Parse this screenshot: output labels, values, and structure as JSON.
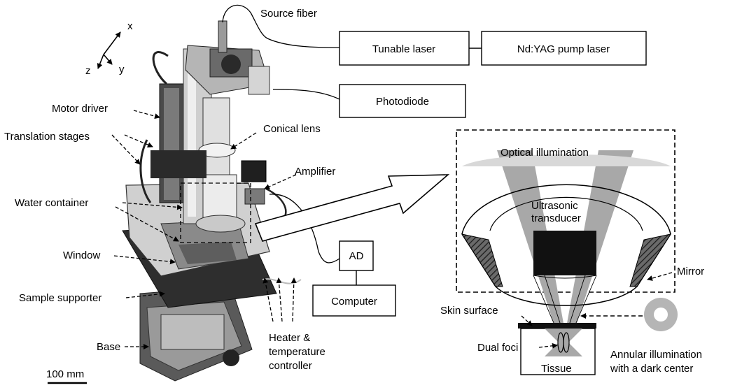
{
  "axes": {
    "x": "x",
    "y": "y",
    "z": "z"
  },
  "boxes": {
    "tunable_laser": "Tunable laser",
    "pump_laser": "Nd:YAG pump laser",
    "photodiode": "Photodiode",
    "ad": "AD",
    "computer": "Computer"
  },
  "labels": {
    "source_fiber": "Source fiber",
    "motor_driver": "Motor driver",
    "translation_stages": "Translation stages",
    "conical_lens": "Conical lens",
    "amplifier": "Amplifier",
    "water_container": "Water container",
    "window": "Window",
    "sample_supporter": "Sample supporter",
    "base": "Base",
    "heater_line1": "Heater &",
    "heater_line2": "temperature",
    "heater_line3": "controller",
    "scale_bar": "100 mm"
  },
  "inset": {
    "optical_illumination": "Optical illumination",
    "ultrasonic_line1": "Ultrasonic",
    "ultrasonic_line2": "transducer",
    "mirror": "Mirror",
    "skin_surface": "Skin surface",
    "dual_foci": "Dual foci",
    "tissue": "Tissue",
    "annular_line1": "Annular illumination",
    "annular_line2": "with a dark center"
  },
  "colors": {
    "beam_gray": "#a8a8a8",
    "photo_dark": "#3a3a3a",
    "photo_mid": "#8a8a8a",
    "photo_light": "#cfcfcf"
  }
}
